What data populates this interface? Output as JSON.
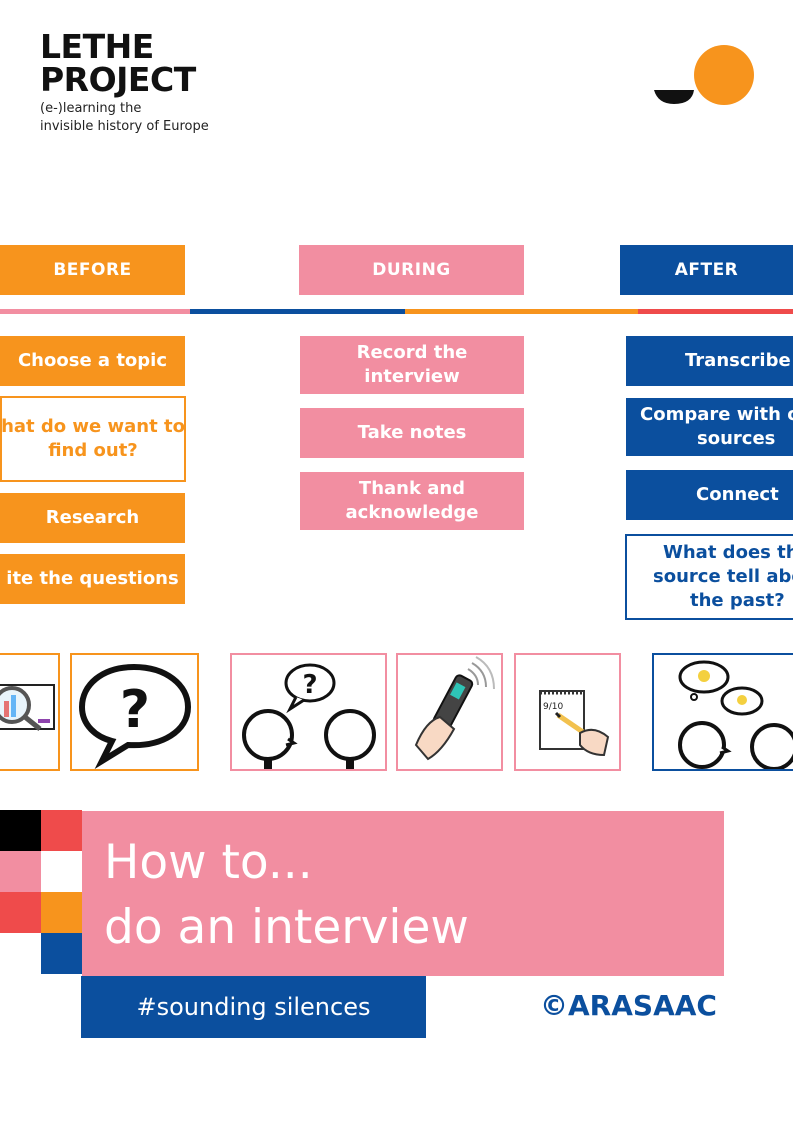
{
  "logo": {
    "line1": "LETHE",
    "line2": "PROJECT",
    "tagline1": "(e-)learning the",
    "tagline2": "invisible history of Europe"
  },
  "phases": {
    "before": {
      "label": "BEFORE",
      "steps": [
        "Choose a topic",
        "hat do we want to",
        "find out?",
        "Research",
        "ite the questions"
      ]
    },
    "during": {
      "label": "DURING",
      "steps": [
        "Record the",
        "interview",
        "Take notes",
        "Thank and",
        "acknowledge"
      ]
    },
    "after": {
      "label": "AFTER",
      "steps": [
        "Transcribe",
        "Compare with o",
        "sources",
        "Connect",
        "What does th",
        "source tell abo",
        "the past?"
      ]
    }
  },
  "pictograms": {
    "question_mark": "?",
    "note_text": "9/10"
  },
  "cover": {
    "title_line1": "How to...",
    "title_line2": "do an interview",
    "hashtag": "#sounding silences",
    "credit": "©ARASAAC"
  },
  "colors": {
    "orange": "#f7941d",
    "pink": "#f28ea1",
    "blue": "#0b4f9e",
    "red": "#ef4b4b"
  }
}
